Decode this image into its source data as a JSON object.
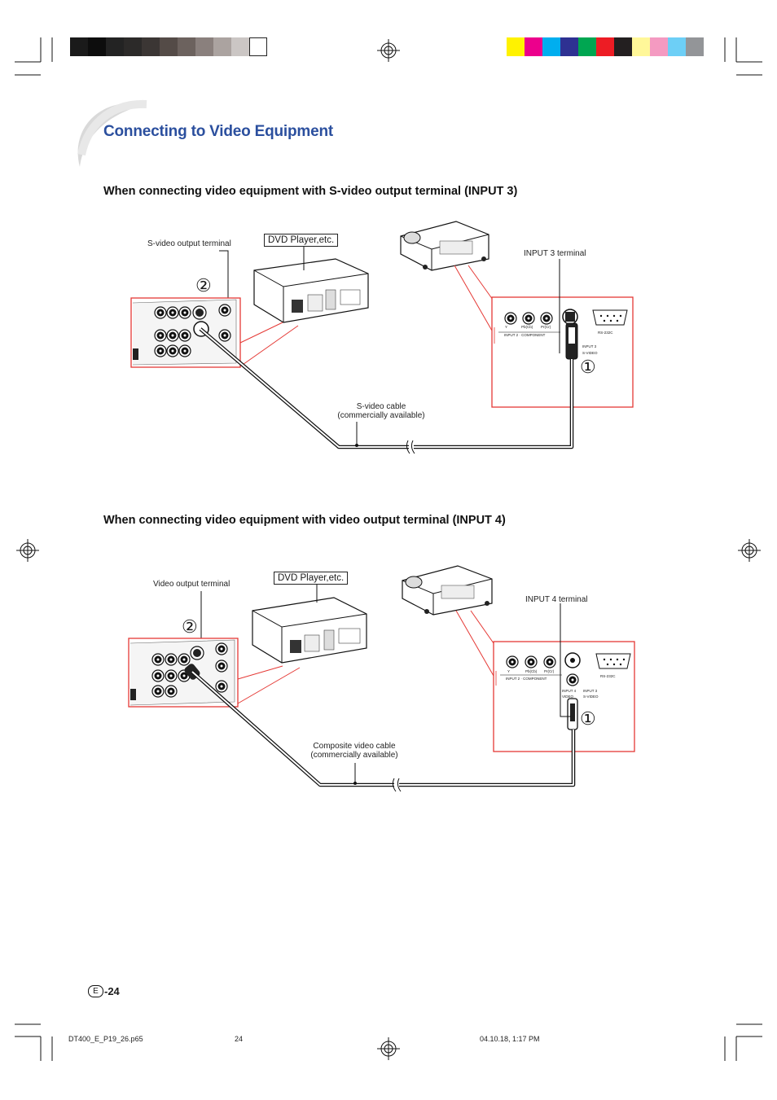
{
  "page": {
    "title": "Connecting to Video Equipment",
    "number": "-24",
    "language_badge": "E"
  },
  "calibration": {
    "gray_swatches": [
      "#1a1a1a",
      "#0d0d0d",
      "#232323",
      "#2c2a29",
      "#3b3634",
      "#544b47",
      "#6c625e",
      "#8a807d",
      "#aba3a0",
      "#cbc6c4",
      "#ffffff"
    ],
    "color_swatches": [
      "#fff200",
      "#ec008c",
      "#00aeef",
      "#2e3192",
      "#00a651",
      "#ed1c24",
      "#231f20",
      "#fff799",
      "#f49ac1",
      "#6dcff6",
      "#939598"
    ]
  },
  "section1": {
    "heading": "When connecting video equipment with S-video output terminal (INPUT 3)",
    "device_label": "DVD Player,etc.",
    "output_label": "S-video output terminal",
    "input_label": "INPUT 3 terminal",
    "cable_label_line1": "S-video cable",
    "cable_label_line2": "(commercially available)",
    "step_source": "②",
    "step_projector": "①"
  },
  "section2": {
    "heading": "When connecting video equipment with video output terminal (INPUT 4)",
    "device_label": "DVD Player,etc.",
    "output_label": "Video output terminal",
    "input_label": "INPUT 4 terminal",
    "cable_label_line1": "Composite video cable",
    "cable_label_line2": "(commercially available)",
    "step_source": "②",
    "step_projector": "①"
  },
  "panel_labels": {
    "y": "Y",
    "pb": "Pb(Cb)",
    "pr": "Pr(Cr)",
    "input2": "INPUT 2 · COMPONENT",
    "rs232": "RS-232C",
    "input3": "INPUT 3",
    "svideo": "S-VIDEO",
    "input4": "INPUT 4",
    "video": "VIDEO"
  },
  "footer": {
    "file": "DT400_E_P19_26.p65",
    "page": "24",
    "date": "04.10.18, 1:17 PM"
  }
}
